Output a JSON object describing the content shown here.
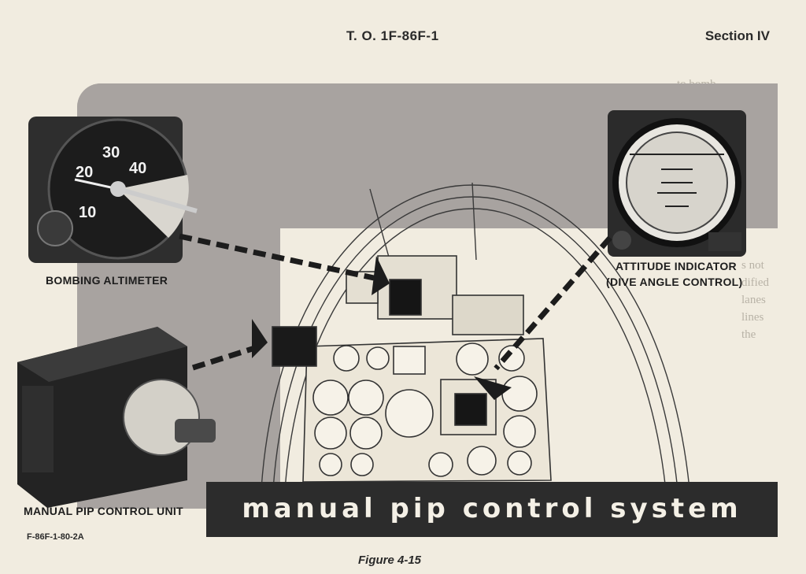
{
  "header": {
    "doc_number": "T. O. 1F-86F-1",
    "section": "Section IV"
  },
  "callouts": {
    "bombing_altimeter": "BOMBING ALTIMETER",
    "attitude_indicator_line1": "ATTITUDE INDICATOR",
    "attitude_indicator_line2": "(DIVE ANGLE CONTROL)",
    "pip_control_unit": "MANUAL PIP CONTROL UNIT"
  },
  "banner": {
    "title": "manual pip control system"
  },
  "footer": {
    "illustration_number": "F-86F-1-80-2A",
    "figure_caption": "Figure 4-15"
  }
}
